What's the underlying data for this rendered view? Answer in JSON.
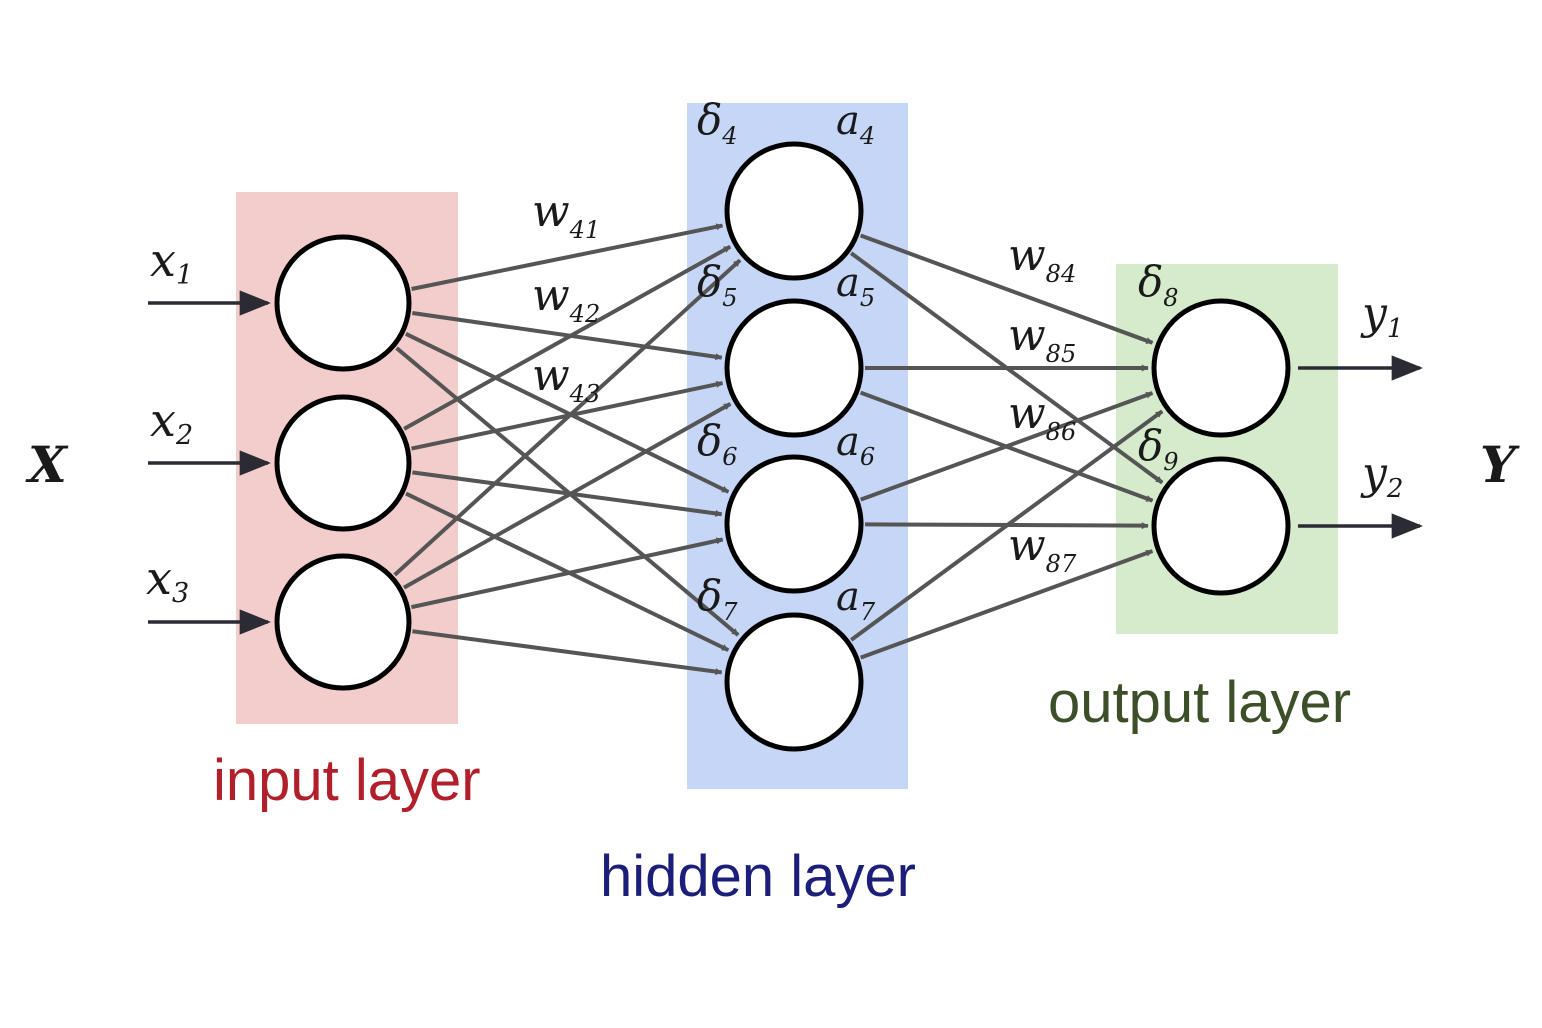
{
  "input_label": "X",
  "output_label": "Y",
  "colors": {
    "input_bg": "#f3cccc",
    "hidden_bg": "#c6d6f6",
    "output_bg": "#d6ebcc",
    "input_caption": "#b11f2a",
    "hidden_caption": "#1c1f7a",
    "output_caption": "#3c4f28",
    "connection": "#555555",
    "node_stroke": "#000000"
  },
  "layers": {
    "input": {
      "caption": "input layer",
      "inputs": [
        {
          "main": "x",
          "sub": "1"
        },
        {
          "main": "x",
          "sub": "2"
        },
        {
          "main": "x",
          "sub": "3"
        }
      ]
    },
    "hidden": {
      "caption": "hidden layer",
      "nodes": [
        {
          "delta": "δ",
          "delta_sub": "4",
          "act": "a",
          "act_sub": "4"
        },
        {
          "delta": "δ",
          "delta_sub": "5",
          "act": "a",
          "act_sub": "5"
        },
        {
          "delta": "δ",
          "delta_sub": "6",
          "act": "a",
          "act_sub": "6"
        },
        {
          "delta": "δ",
          "delta_sub": "7",
          "act": "a",
          "act_sub": "7"
        }
      ]
    },
    "output": {
      "caption": "output layer",
      "nodes": [
        {
          "delta": "δ",
          "delta_sub": "8",
          "out": "y",
          "out_sub": "1"
        },
        {
          "delta": "δ",
          "delta_sub": "9",
          "out": "y",
          "out_sub": "2"
        }
      ]
    }
  },
  "weights_input_hidden": [
    {
      "main": "w",
      "sub": "41"
    },
    {
      "main": "w",
      "sub": "42"
    },
    {
      "main": "w",
      "sub": "43"
    }
  ],
  "weights_hidden_output": [
    {
      "main": "w",
      "sub": "84"
    },
    {
      "main": "w",
      "sub": "85"
    },
    {
      "main": "w",
      "sub": "86"
    },
    {
      "main": "w",
      "sub": "87"
    }
  ]
}
